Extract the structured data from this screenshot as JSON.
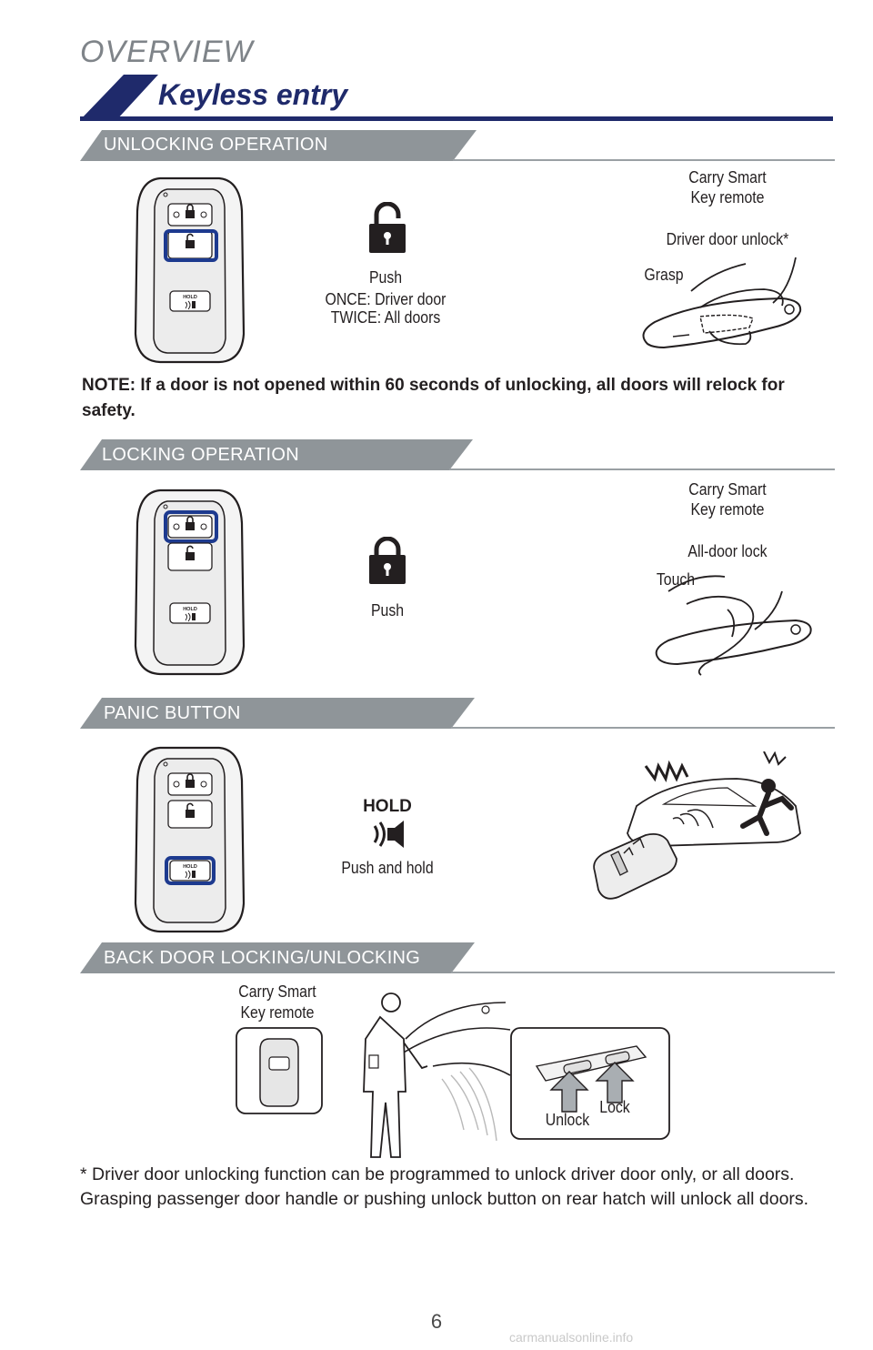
{
  "header": {
    "section": "OVERVIEW",
    "title": "Keyless entry"
  },
  "colors": {
    "navy": "#1f2a6b",
    "band_gray": "#8f9599",
    "highlight_blue": "#1d3a8f",
    "line_gray": "#9aa0a4"
  },
  "unlocking": {
    "band": "UNLOCKING OPERATION",
    "push": "Push",
    "once": "ONCE: Driver door",
    "twice": "TWICE: All doors",
    "remote_line1": "Carry Smart",
    "remote_line2": "Key remote",
    "action": "Driver door unlock*",
    "grasp": "Grasp"
  },
  "note": "NOTE: If a door is not opened within 60 seconds of unlocking, all doors will relock for safety.",
  "locking": {
    "band": "LOCKING OPERATION",
    "push": "Push",
    "remote_line1": "Carry Smart",
    "remote_line2": "Key remote",
    "action": "All-door lock",
    "touch": "Touch"
  },
  "panic": {
    "band": "PANIC BUTTON",
    "hold": "HOLD",
    "instruction": "Push and hold"
  },
  "back_door": {
    "band": "BACK DOOR LOCKING/UNLOCKING",
    "remote_line1": "Carry Smart",
    "remote_line2": "Key remote",
    "unlock": "Unlock",
    "lock": "Lock"
  },
  "key_fob": {
    "hold_label": "HOLD"
  },
  "footnote": "* Driver door unlocking function can be programmed to unlock driver door only, or all doors. Grasping passenger door handle or pushing unlock button on rear hatch will unlock all doors.",
  "page_number": "6",
  "watermark": "carmanualsonline.info"
}
